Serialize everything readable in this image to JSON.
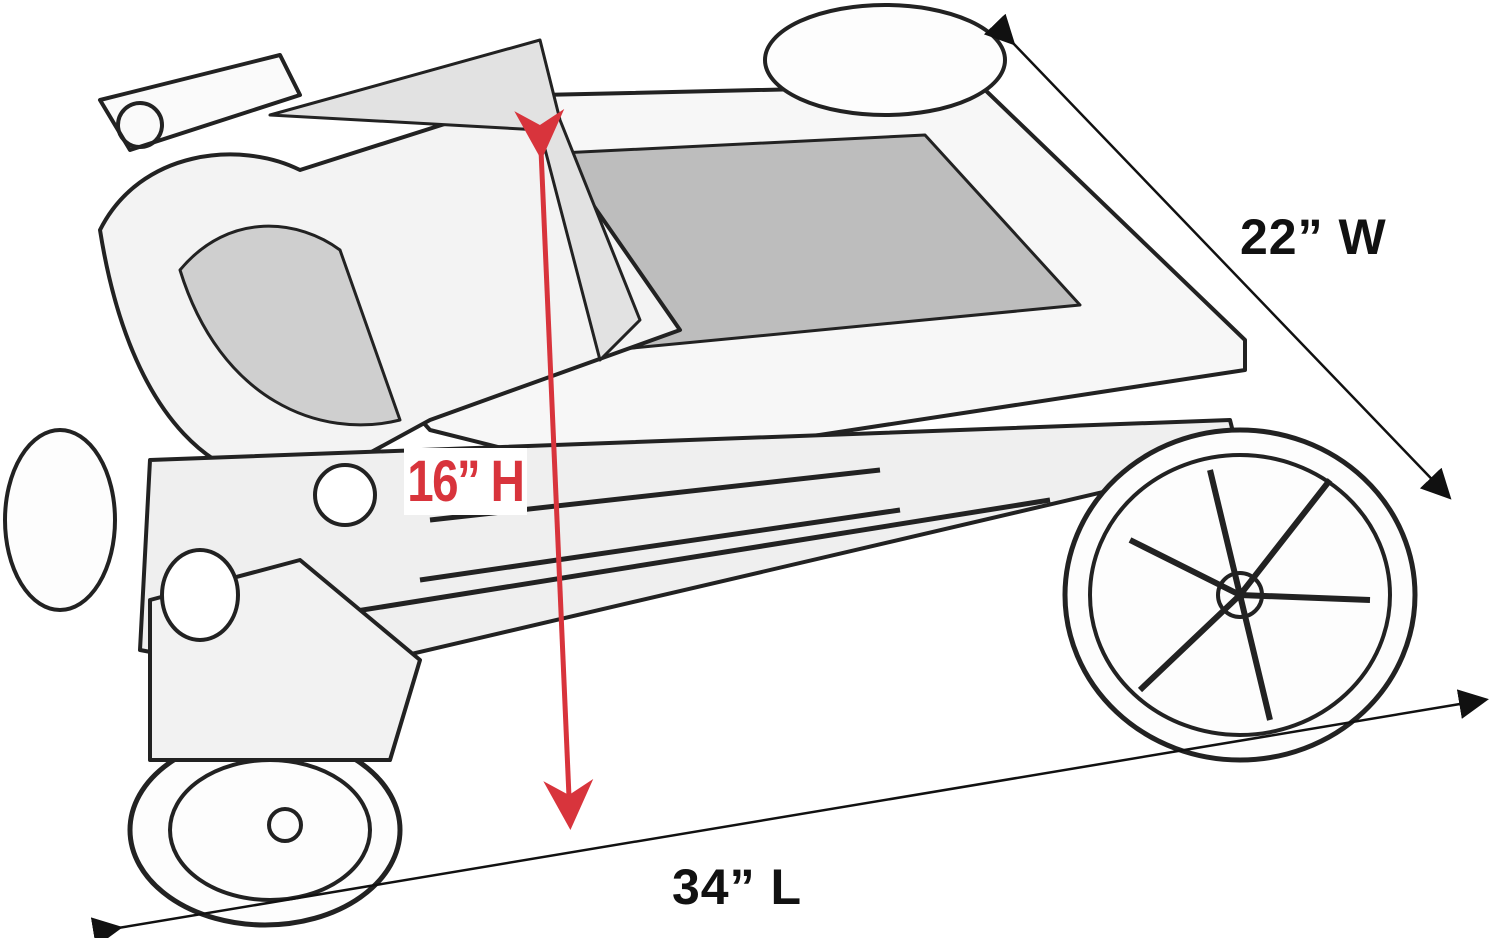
{
  "dimensions": {
    "width_label": "22” W",
    "length_label": "34” L",
    "height_label": "16” H"
  },
  "colors": {
    "height_arrow": "#d8343c",
    "dimension_arrows": "#111111",
    "sketch_stroke": "#222222"
  }
}
